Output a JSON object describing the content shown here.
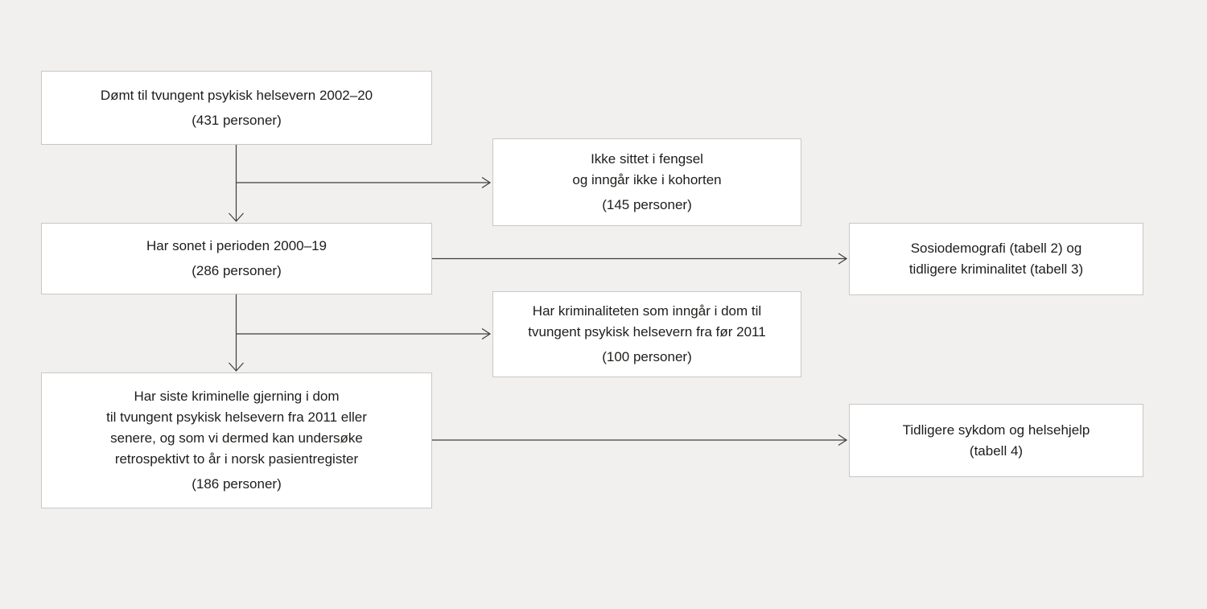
{
  "figure": {
    "type": "flowchart",
    "language": "Norwegian",
    "colors": {
      "background": "#f1f0ee",
      "box_fill": "#ffffff",
      "box_border": "#c8c7c5",
      "arrow": "#3e3e3e",
      "text": "#1d1d1b"
    },
    "boxes": {
      "cohort_source": {
        "line1": "Dømt til tvungent psykisk helsevern 2002–20",
        "count": "(431 personer)"
      },
      "no_prison": {
        "line1": "Ikke sittet i fengsel",
        "line2": "og inngår ikke i kohorten",
        "count": "(145 personer)"
      },
      "served_period": {
        "line1": "Har sonet i perioden 2000–19",
        "count": "(286 personer)"
      },
      "tables_2_3": {
        "line1": "Sosiodemografi (tabell 2) og",
        "line2": "tidligere kriminalitet (tabell 3)"
      },
      "pre_2011": {
        "line1": "Har kriminaliteten som inngår i dom til",
        "line2": "tvungent psykisk helsevern fra før 2011",
        "count": "(100 personer)"
      },
      "final_sample": {
        "line1": "Har siste kriminelle gjerning i dom",
        "line2": "til tvungent psykisk helsevern fra 2011 eller",
        "line3": "senere, og som vi dermed kan undersøke",
        "line4": "retrospektivt to år i norsk pasientregister",
        "count": "(186 personer)"
      },
      "table_4": {
        "line1": "Tidligere sykdom og helsehjelp",
        "line2": "(tabell 4)"
      }
    },
    "connectors": [
      {
        "from": "cohort_source",
        "to": "served_period",
        "direction": "down"
      },
      {
        "from": "cohort_source",
        "to": "no_prison",
        "direction": "right"
      },
      {
        "from": "served_period",
        "to": "tables_2_3",
        "direction": "right"
      },
      {
        "from": "served_period",
        "to": "final_sample",
        "direction": "down"
      },
      {
        "from": "served_period",
        "to": "pre_2011",
        "direction": "right"
      },
      {
        "from": "final_sample",
        "to": "table_4",
        "direction": "right"
      }
    ]
  }
}
